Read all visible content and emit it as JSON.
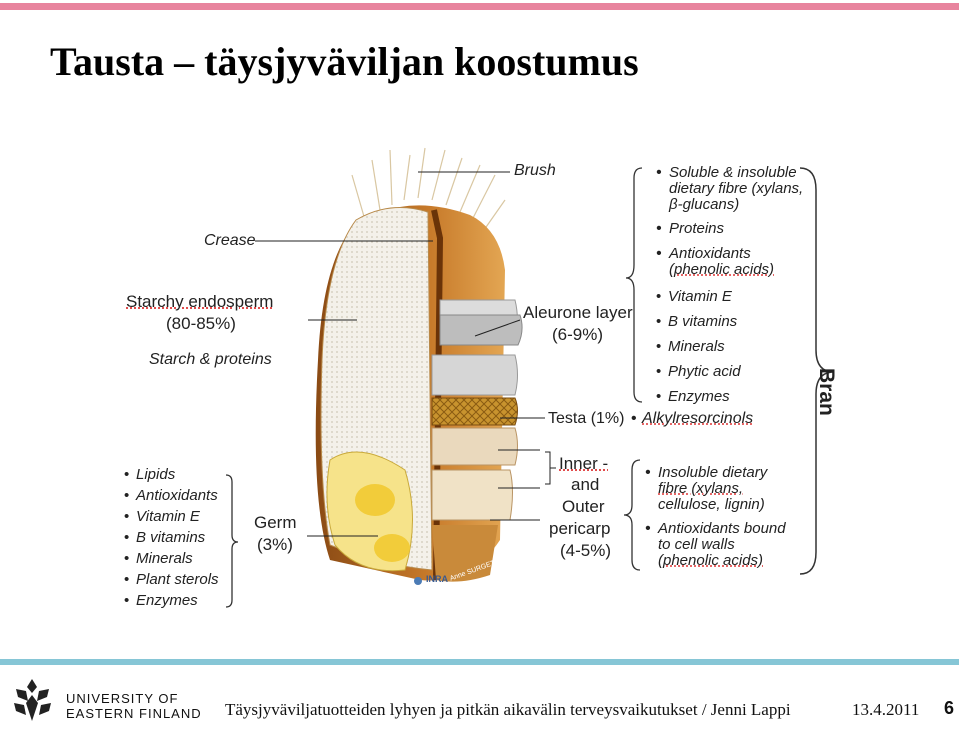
{
  "slide": {
    "title": "Tausta – täysjyväviljan koostumus",
    "footer_text": "Täysjyväviljatuotteiden lyhyen ja pitkän aikavälin terveysvaikutukset / Jenni Lappi",
    "date": "13.4.2011",
    "page_number": "6",
    "university_line1": "UNIVERSITY OF",
    "university_line2": "EASTERN FINLAND",
    "accent_pink": "#e8849e",
    "accent_blue": "#86c6d6"
  },
  "diagram": {
    "brush": "Brush",
    "crease": "Crease",
    "starchy_endosperm": "Starchy endosperm",
    "endosperm_pct": "(80-85%)",
    "starch_proteins": "Starch & proteins",
    "aleurone": "Aleurone layer",
    "aleurone_pct": "(6-9%)",
    "testa": "Testa (1%)",
    "alkylresorcinols": "Alkylresorcinols",
    "pericarp": [
      "Inner -",
      "and",
      "Outer",
      "pericarp",
      "(4-5%)"
    ],
    "germ": "Germ",
    "germ_pct": "(3%)",
    "bran": "Bran",
    "germ_list": [
      "Lipids",
      "Antioxidants",
      "Vitamin E",
      "B vitamins",
      "Minerals",
      "Plant sterols",
      "Enzymes"
    ],
    "bran_list_1": "Soluble & insoluble",
    "bran_list_1b": "dietary fibre (xylans,",
    "bran_list_1c": "β-glucans)",
    "bran_list": [
      "Proteins"
    ],
    "bran_antiox_1": "Antioxidants",
    "bran_antiox_2": "(phenolic acids)",
    "bran_list_rest": [
      "Vitamin E",
      "B vitamins",
      "Minerals",
      "Phytic acid",
      "Enzymes"
    ],
    "pericarp_list_1a": "Insoluble dietary",
    "pericarp_list_1b": "fibre (xylans,",
    "pericarp_list_1c": "cellulose, lignin)",
    "pericarp_list_2a": "Antioxidants bound",
    "pericarp_list_2b": "to cell walls",
    "pericarp_list_2c": "(phenolic acids)",
    "credit": "INRA",
    "credit_artist": "Anne SURGET",
    "icons": [
      "wheat-grain-illustration",
      "uef-logo-icon"
    ]
  }
}
